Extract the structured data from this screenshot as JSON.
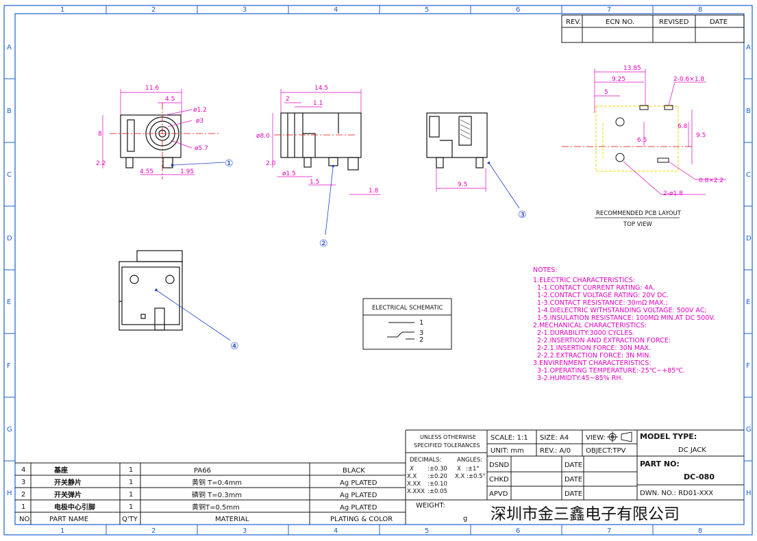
{
  "zones": {
    "columns": [
      "1",
      "2",
      "3",
      "4",
      "5",
      "6",
      "7",
      "8"
    ],
    "rows": [
      "A",
      "B",
      "C",
      "D",
      "E",
      "F",
      "G",
      "H"
    ]
  },
  "revision_block": {
    "headers": [
      "REV.",
      "ECN NO.",
      "REVISED",
      "DATE"
    ]
  },
  "front_view": {
    "dims": {
      "width": "11.6",
      "inner": "4.5",
      "d1": "ø1.2",
      "d2": "ø3",
      "d3": "ø5.7",
      "height": "8",
      "pin_h": "2.2",
      "pin1": "4.55",
      "pin2": "1.95"
    },
    "balloon": "①"
  },
  "side_view": {
    "dims": {
      "length": "14.5",
      "a": "2",
      "b": "1.1",
      "dia": "ø8.0",
      "h": "2.0",
      "pin_dia": "ø1.5",
      "c": "1.5",
      "d": "1.8"
    },
    "balloon": "②"
  },
  "rear_view": {
    "dims": {
      "width": "9.5"
    },
    "balloon": "③"
  },
  "bottom_view": {
    "balloon": "④"
  },
  "pcb_layout": {
    "dims": {
      "w1": "13.85",
      "w2": "9.25",
      "w3": "5",
      "slot_top": "2-0.6×1.8",
      "h1": "6.8",
      "h2": "9.5",
      "mid": "6.5",
      "slot_side": "0.8×2.2",
      "holes": "2-ø1.8"
    },
    "caption1": "RECOMMENDED PCB LAYOUT",
    "caption2": "TOP VIEW"
  },
  "schematic": {
    "title": "ELECTRICAL SCHEMATIC",
    "pins": [
      "1",
      "3",
      "2"
    ]
  },
  "notes": {
    "heading": "NOTES:",
    "lines": [
      "1.ELECTRIC CHARACTERISTICS:",
      "  1-1.CONTACT CURRENT RATING: 4A.",
      "  1-2.CONTACT VOLTAGE RATING: 20V DC.",
      "  1-3.CONTACT RESISTANCE: 30mΩ MAX.;",
      "  1-4.DIELECTRIC WITHSTANDING VOLTAGE: 500V AC;",
      "  1-5.INSULATION RESISTANCE: 100MΩ MIN.AT DC 500V.",
      "2.MECHANICAL CHARACTERISTICS:",
      "  2-1.DURABILITY:3000 CYCLES.",
      "  2-2.INSERTION AND EXTRACTION FORCE:",
      "  2-2.1.INSERTION FORCE: 30N MAX.",
      "  2-2.2.EXTRACTION FORCE: 3N MIN.",
      "3.ENVIRENMENT CHARACTERISTICS:",
      "  3-1.OPERATING TEMPERATURE:-25℃~+85℃.",
      "  3-2.HUMIDTY:45~85% RH."
    ]
  },
  "bom": {
    "rows": [
      {
        "no": "4",
        "name": "基座",
        "qty": "1",
        "material": "PA66",
        "plating": "BLACK"
      },
      {
        "no": "3",
        "name": "开关静片",
        "qty": "1",
        "material": "黄铜 T=0.4mm",
        "plating": "Ag PLATED"
      },
      {
        "no": "2",
        "name": "开关弹片",
        "qty": "1",
        "material": "磷铜 T=0.3mm",
        "plating": "Ag PLATED"
      },
      {
        "no": "1",
        "name": "电极中心引脚",
        "qty": "1",
        "material": "黄铜T=0.5mm",
        "plating": "Ag PLATED"
      }
    ],
    "headers": {
      "no": "NO.",
      "name": "PART NAME",
      "qty": "Q'TY",
      "material": "MATERIAL",
      "plating": "PLATING & COLOR"
    }
  },
  "title_block": {
    "tolerance_title1": "UNLESS OTHERWISE",
    "tolerance_title2": "SPECIFIED TOLERANCES",
    "decimals_label": "DECIMALS:",
    "angles_label": "ANGLES:",
    "tol_rows": [
      {
        "k": "X",
        "v": ":±0.30",
        "ak": "X",
        "av": ":±1°"
      },
      {
        "k": "X.X",
        "v": ":±0.20",
        "ak": "X.X",
        "av": ":±0.5°"
      },
      {
        "k": "X.XX",
        "v": ":±0.10",
        "ak": "",
        "av": ""
      },
      {
        "k": "X.XXX",
        "v": ":±0.05",
        "ak": "",
        "av": ""
      }
    ],
    "weight_label": "WEIGHT:",
    "weight_unit": "g",
    "scale": "SCALE: 1:1",
    "size": "SIZE: A4",
    "view": "VIEW:",
    "unit": "UNIT: mm",
    "rev": "REV.: A/0",
    "object": "OBJECT:TPV",
    "dsnd": "DSND",
    "chkd": "CHKD",
    "apvd": "APVD",
    "date": "DATE",
    "model_label": "MODEL TYPE:",
    "model_value": "DC JACK",
    "part_label": "PART NO:",
    "part_value": "DC-080",
    "dwn": "DWN. NO.: RD01-XXX",
    "company": "深圳市金三鑫电子有限公司"
  },
  "colors": {
    "frame": "#1a5fd0",
    "outline": "#111111",
    "dimension": "#e000c0",
    "centerline": "#e00000",
    "leader": "#1a3fd0",
    "pad": "#e8d800"
  }
}
